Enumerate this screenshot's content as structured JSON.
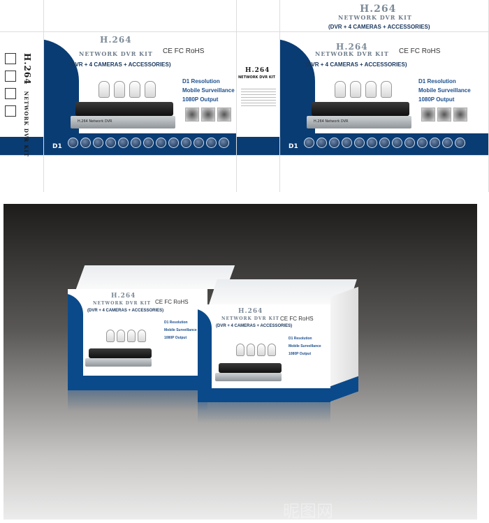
{
  "brand": {
    "title": "H.264",
    "subtitle": "NETWORK DVR KIT",
    "contents": "(DVR + 4 CAMERAS + ACCESSORIES)",
    "top_flap_contents": "(DVR + 4 CAMERAS + ACCESSORIES)"
  },
  "features": [
    "D1 Resolution",
    "Mobile Surveillance",
    "1080P Output"
  ],
  "certifications": "CE FC RoHS",
  "badge": "D1",
  "dvr_label": "H.264 Network DVR",
  "watermark": "昵图网",
  "colors": {
    "brand_blue": "#0b4a8a",
    "panel_blue": "#0a3c74",
    "text_grey": "#7d8b98"
  },
  "icons": [
    "fragile-icon",
    "keep-dry-icon",
    "this-side-up-icon",
    "stack-limit-icon"
  ]
}
